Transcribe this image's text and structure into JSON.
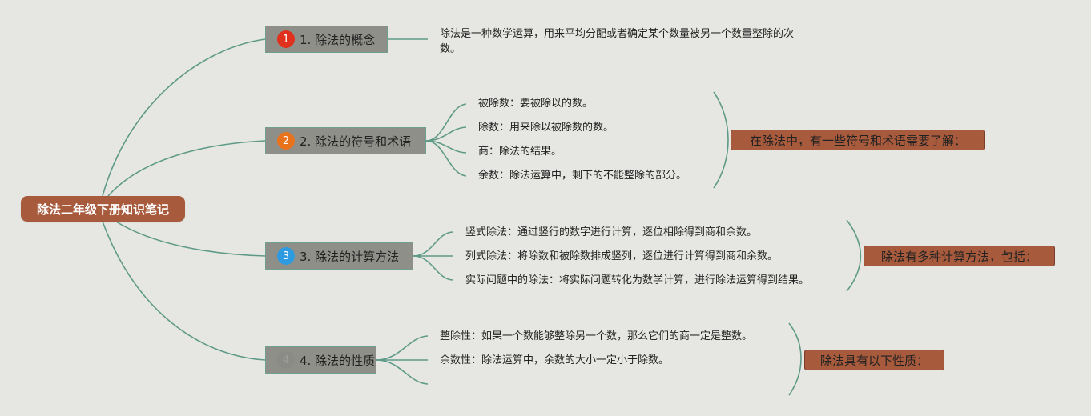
{
  "colors": {
    "background": "#e6e7e3",
    "root_fill": "#a85a3c",
    "branch_fill": "#8f8f89",
    "connector": "#5f9a88",
    "summary_fill": "#a85a3c"
  },
  "root": {
    "title": "除法二年级下册知识笔记"
  },
  "branches": [
    {
      "number": "1",
      "badge_color": "#e0301e",
      "label": "1. 除法的概念",
      "leaves": [
        "除法是一种数学运算，用来平均分配或者确定某个数量被另一个数量整除的次",
        "数。"
      ]
    },
    {
      "number": "2",
      "badge_color": "#e8731c",
      "label": "2. 除法的符号和术语",
      "leaves": [
        "被除数：要被除以的数。",
        "除数：用来除以被除数的数。",
        "商：除法的结果。",
        "余数：除法运算中，剩下的不能整除的部分。"
      ],
      "summary": "在除法中，有一些符号和术语需要了解："
    },
    {
      "number": "3",
      "badge_color": "#2e9be0",
      "label": "3. 除法的计算方法",
      "leaves": [
        "竖式除法：通过竖行的数字进行计算，逐位相除得到商和余数。",
        "列式除法：将除数和被除数排成竖列，逐位进行计算得到商和余数。",
        "实际问题中的除法：将实际问题转化为数学计算，进行除法运算得到结果。"
      ],
      "summary": "除法有多种计算方法，包括："
    },
    {
      "number": "4",
      "badge_color": "#8a8a86",
      "label": "4. 除法的性质",
      "leaves": [
        "整除性：如果一个数能够整除另一个数，那么它们的商一定是整数。",
        "余数性：除法运算中，余数的大小一定小于除数。"
      ],
      "summary": "除法具有以下性质："
    }
  ]
}
